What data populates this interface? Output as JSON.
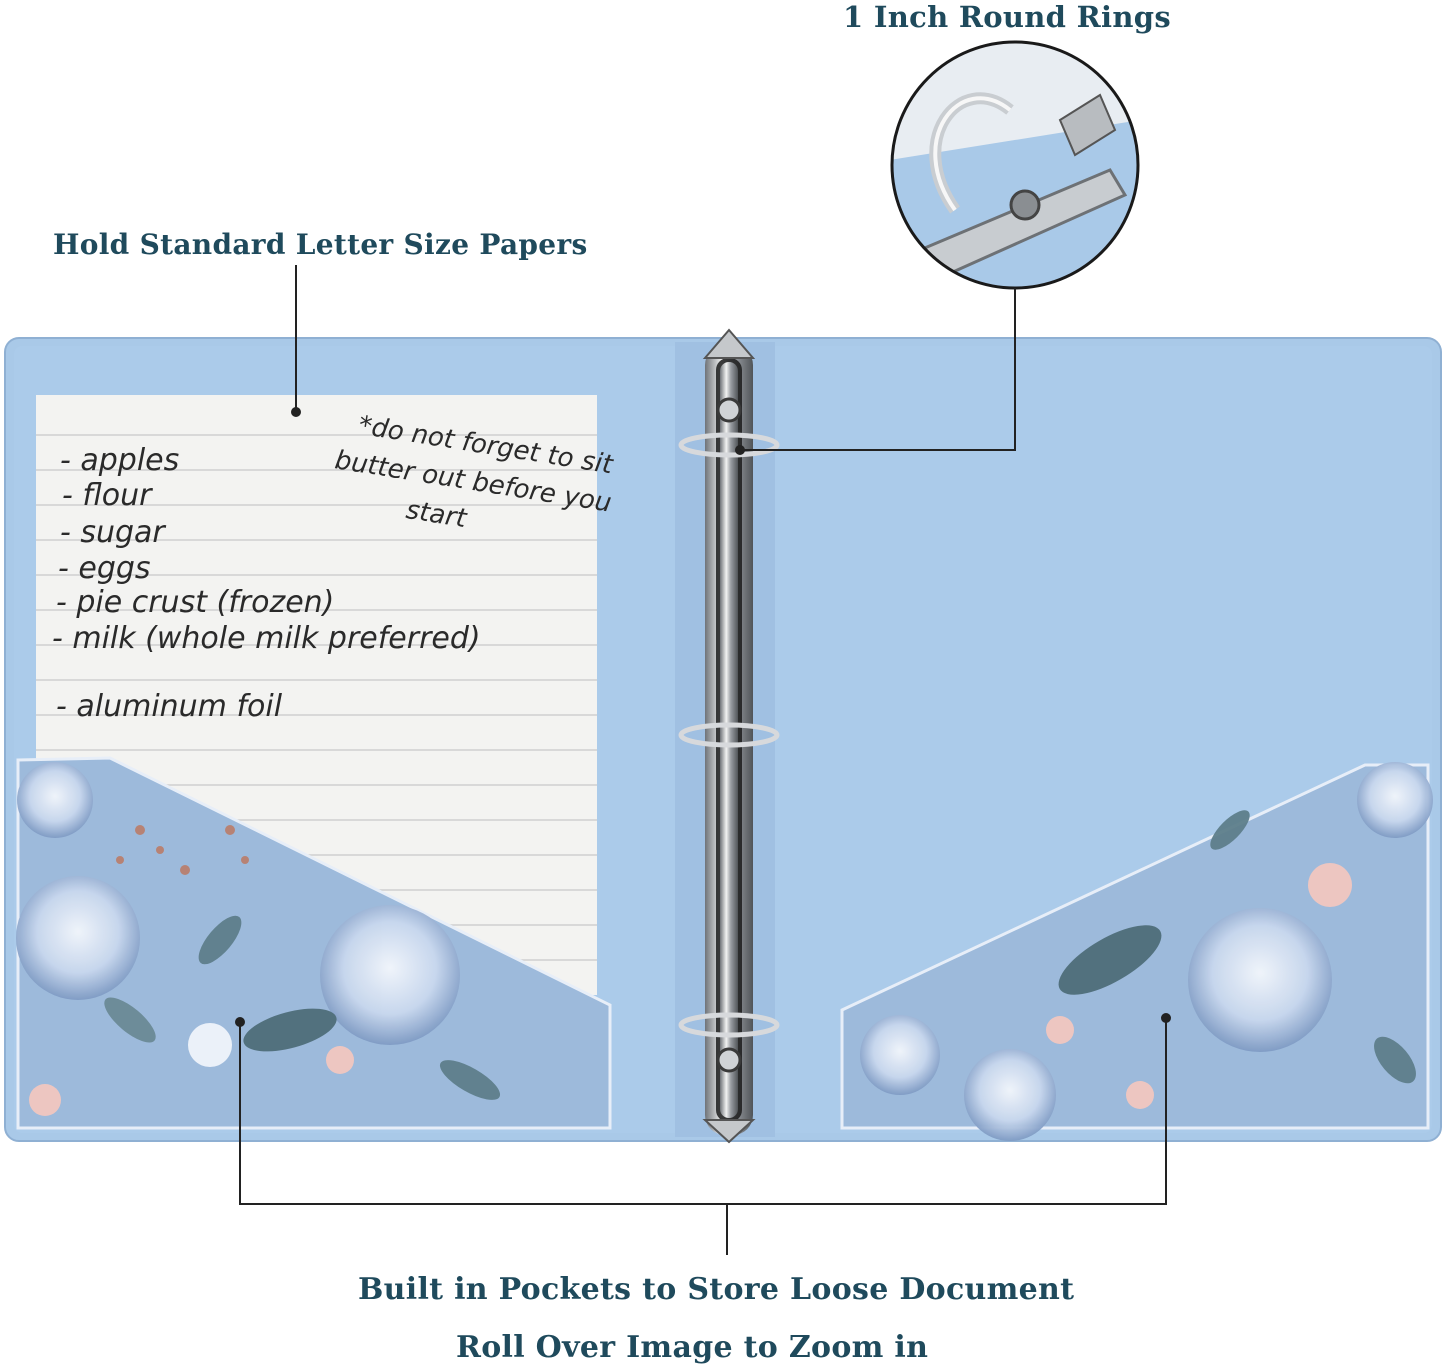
{
  "callouts": {
    "rings": "1 Inch Round Rings",
    "papers": "Hold Standard Letter Size Papers",
    "pockets": "Built in Pockets to Store Loose Document",
    "zoom": "Roll Over Image to Zoom in"
  },
  "note": {
    "list": [
      "- apples",
      "- flour",
      "- sugar",
      "- eggs",
      "- pie crust (frozen)",
      "- milk (whole milk preferred)",
      "- aluminum foil"
    ],
    "reminder": [
      "*do not forget to sit",
      "butter out before you",
      "start"
    ]
  },
  "colors": {
    "binder_blue": "#a9c9e8",
    "pocket_blue": "#9dbadb",
    "callout_text": "#1f4a5c",
    "leader_line": "#222222"
  }
}
